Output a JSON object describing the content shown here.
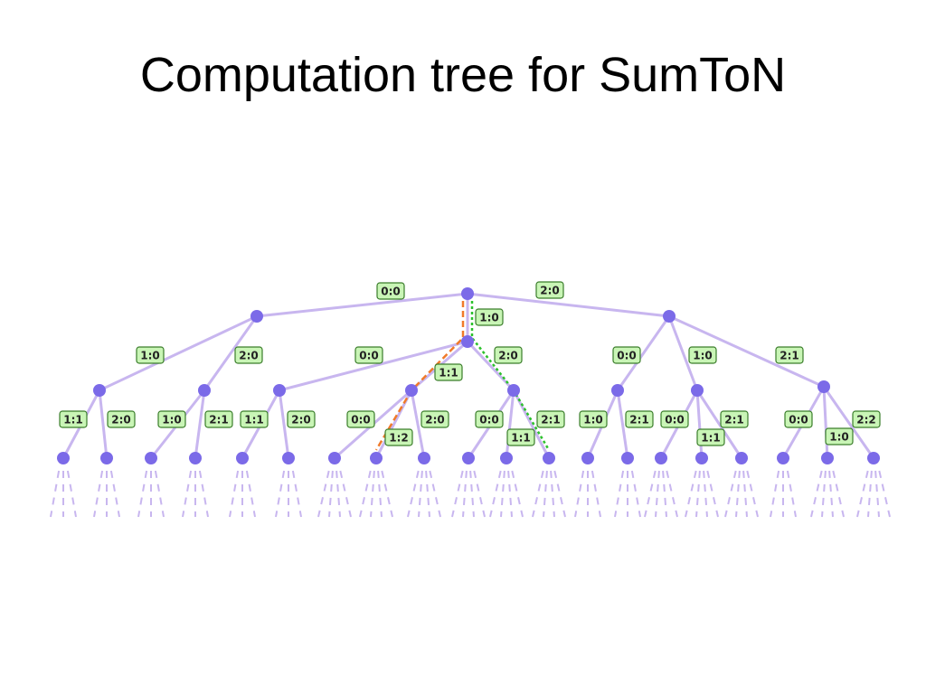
{
  "slide": {
    "title": "Computation tree for SumToN"
  },
  "colors": {
    "edge": "#c8b6ef",
    "node": "#7b6ae8",
    "label_fill": "#c9f5b6",
    "label_stroke": "#3a7d2a",
    "path_orange": "#f07a2a",
    "path_green": "#2cc12c"
  },
  "tree": {
    "nodes": [
      {
        "id": "root",
        "label": null
      },
      {
        "id": "L1a",
        "parent": "root",
        "edge_label": "0:0"
      },
      {
        "id": "L1b",
        "parent": "root",
        "edge_label": "1:0"
      },
      {
        "id": "L1c",
        "parent": "root",
        "edge_label": "2:0"
      },
      {
        "id": "L2a1",
        "parent": "L1a",
        "edge_label": "1:0"
      },
      {
        "id": "L2a2",
        "parent": "L1a",
        "edge_label": "2:0"
      },
      {
        "id": "L2b1",
        "parent": "L1b",
        "edge_label": "0:0"
      },
      {
        "id": "L2b2",
        "parent": "L1b",
        "edge_label": "1:1"
      },
      {
        "id": "L2b3",
        "parent": "L1b",
        "edge_label": "2:0"
      },
      {
        "id": "L2c1",
        "parent": "L1c",
        "edge_label": "0:0"
      },
      {
        "id": "L2c2",
        "parent": "L1c",
        "edge_label": "1:0"
      },
      {
        "id": "L2c3",
        "parent": "L1c",
        "edge_label": "2:1"
      }
    ],
    "leaf_edge_labels": [
      "1:1",
      "2:0",
      "1:0",
      "2:1",
      "1:1",
      "2:0",
      "0:0",
      "1:2",
      "2:0",
      "0:0",
      "1:1",
      "2:1",
      "1:0",
      "2:1",
      "0:0",
      "1:1",
      "2:1",
      "0:0",
      "1:0",
      "2:2"
    ]
  }
}
